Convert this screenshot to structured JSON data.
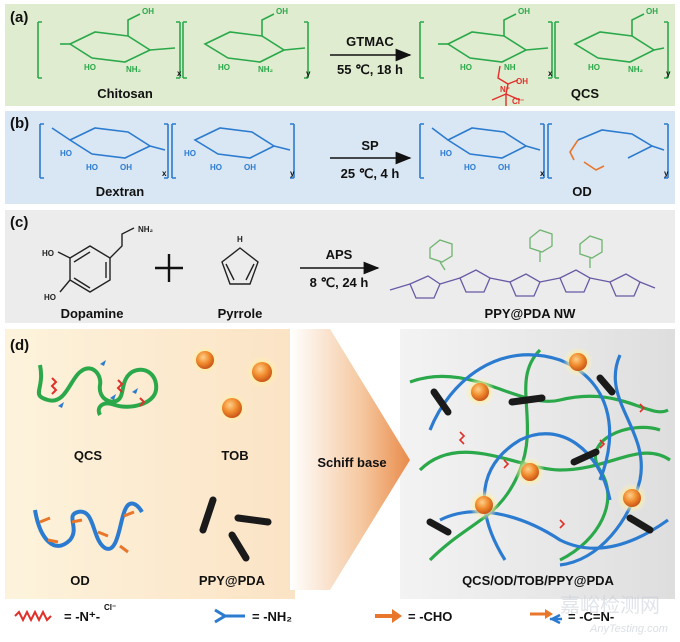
{
  "panel_a": {
    "tag": "(a)",
    "reagent": "GTMAC",
    "conditions": "55 ℃, 18 h",
    "reactant": "Chitosan",
    "product": "QCS",
    "atoms": {
      "oh": "OH",
      "ho": "HO",
      "nh2": "NH₂",
      "nh": "NH",
      "n_plus": "N⁺",
      "cl_minus": "Cl⁻",
      "x": "x",
      "y": "y"
    }
  },
  "panel_b": {
    "tag": "(b)",
    "reagent": "SP",
    "conditions": "25 ℃, 4 h",
    "reactant": "Dextran",
    "product": "OD",
    "atoms": {
      "ho": "HO",
      "oh": "OH",
      "x": "x",
      "y": "y"
    }
  },
  "panel_c": {
    "tag": "(c)",
    "reagent": "APS",
    "conditions": "8 ℃, 24 h",
    "reactant1": "Dopamine",
    "reactant2": "Pyrrole",
    "product": "PPY@PDA NW",
    "atoms": {
      "nh2": "NH₂",
      "ho": "HO",
      "h": "H"
    }
  },
  "panel_d": {
    "tag": "(d)",
    "components": [
      "QCS",
      "TOB",
      "OD",
      "PPY@PDA"
    ],
    "arrow_label": "Schiff base",
    "product": "QCS/OD/TOB/PPY@PDA"
  },
  "legend": [
    {
      "symbol": "-N⁺-",
      "extra": "Cl⁻",
      "text": "= -N⁺-"
    },
    {
      "symbol": "-NH2",
      "text": "= -NH₂"
    },
    {
      "symbol": "-CHO",
      "text": "= -CHO"
    },
    {
      "symbol": "-C=N-",
      "text": "= -C=N-"
    }
  ],
  "watermark": {
    "cn": "嘉峪检测网",
    "en": "AnyTesting.com"
  },
  "colors": {
    "green": "#2aa84a",
    "blue": "#2b7bd0",
    "orange": "#e8762b",
    "red": "#e0302a",
    "panel_a_bg": "#dfeccf",
    "panel_b_bg": "#d9e6f3",
    "panel_c_bg": "#ececec"
  }
}
